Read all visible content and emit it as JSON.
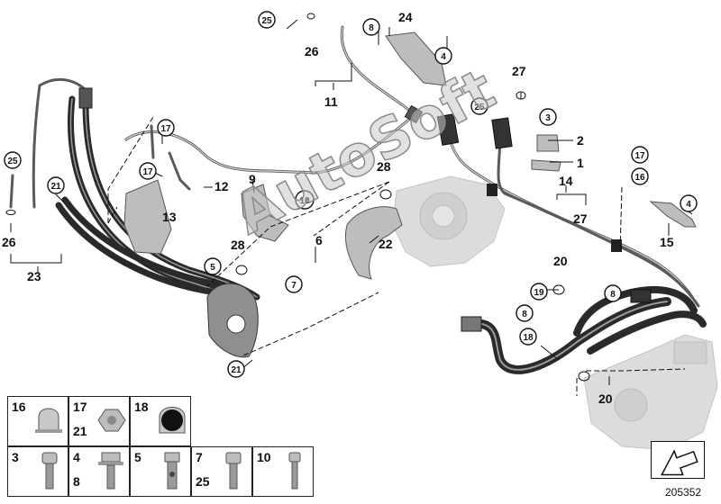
{
  "watermark": "AutoSoft",
  "doc_id": "205352",
  "labels": {
    "l1": "1",
    "l2": "2",
    "l3": "3",
    "l4a": "4",
    "l4b": "4",
    "l5": "5",
    "l6": "6",
    "l7": "7",
    "l8a": "8",
    "l8b": "8",
    "l8c": "8",
    "l9": "9",
    "l10": "10",
    "l11": "11",
    "l12": "12",
    "l13": "13",
    "l14": "14",
    "l15": "15",
    "l16": "16",
    "l17a": "17",
    "l17b": "17",
    "l17c": "17",
    "l18": "18",
    "l19": "19",
    "l20a": "20",
    "l20b": "20",
    "l21a": "21",
    "l21b": "21",
    "l22": "22",
    "l23": "23",
    "l24": "24",
    "l25a": "25",
    "l25b": "25",
    "l25c": "25",
    "l26a": "26",
    "l26b": "26",
    "l27a": "27",
    "l27b": "27",
    "l28a": "28",
    "l28b": "28"
  },
  "legend": {
    "c16": {
      "a": "16",
      "b": ""
    },
    "c17": {
      "a": "17",
      "b": "21"
    },
    "c18": {
      "a": "18",
      "b": ""
    },
    "c3": {
      "a": "3",
      "b": ""
    },
    "c4": {
      "a": "4",
      "b": "8"
    },
    "c5": {
      "a": "5",
      "b": ""
    },
    "c7": {
      "a": "7",
      "b": "25"
    },
    "c10": {
      "a": "10",
      "b": ""
    }
  },
  "colors": {
    "line": "#111111",
    "hose": "#2a2a2a",
    "part": "#bdbdbd"
  }
}
